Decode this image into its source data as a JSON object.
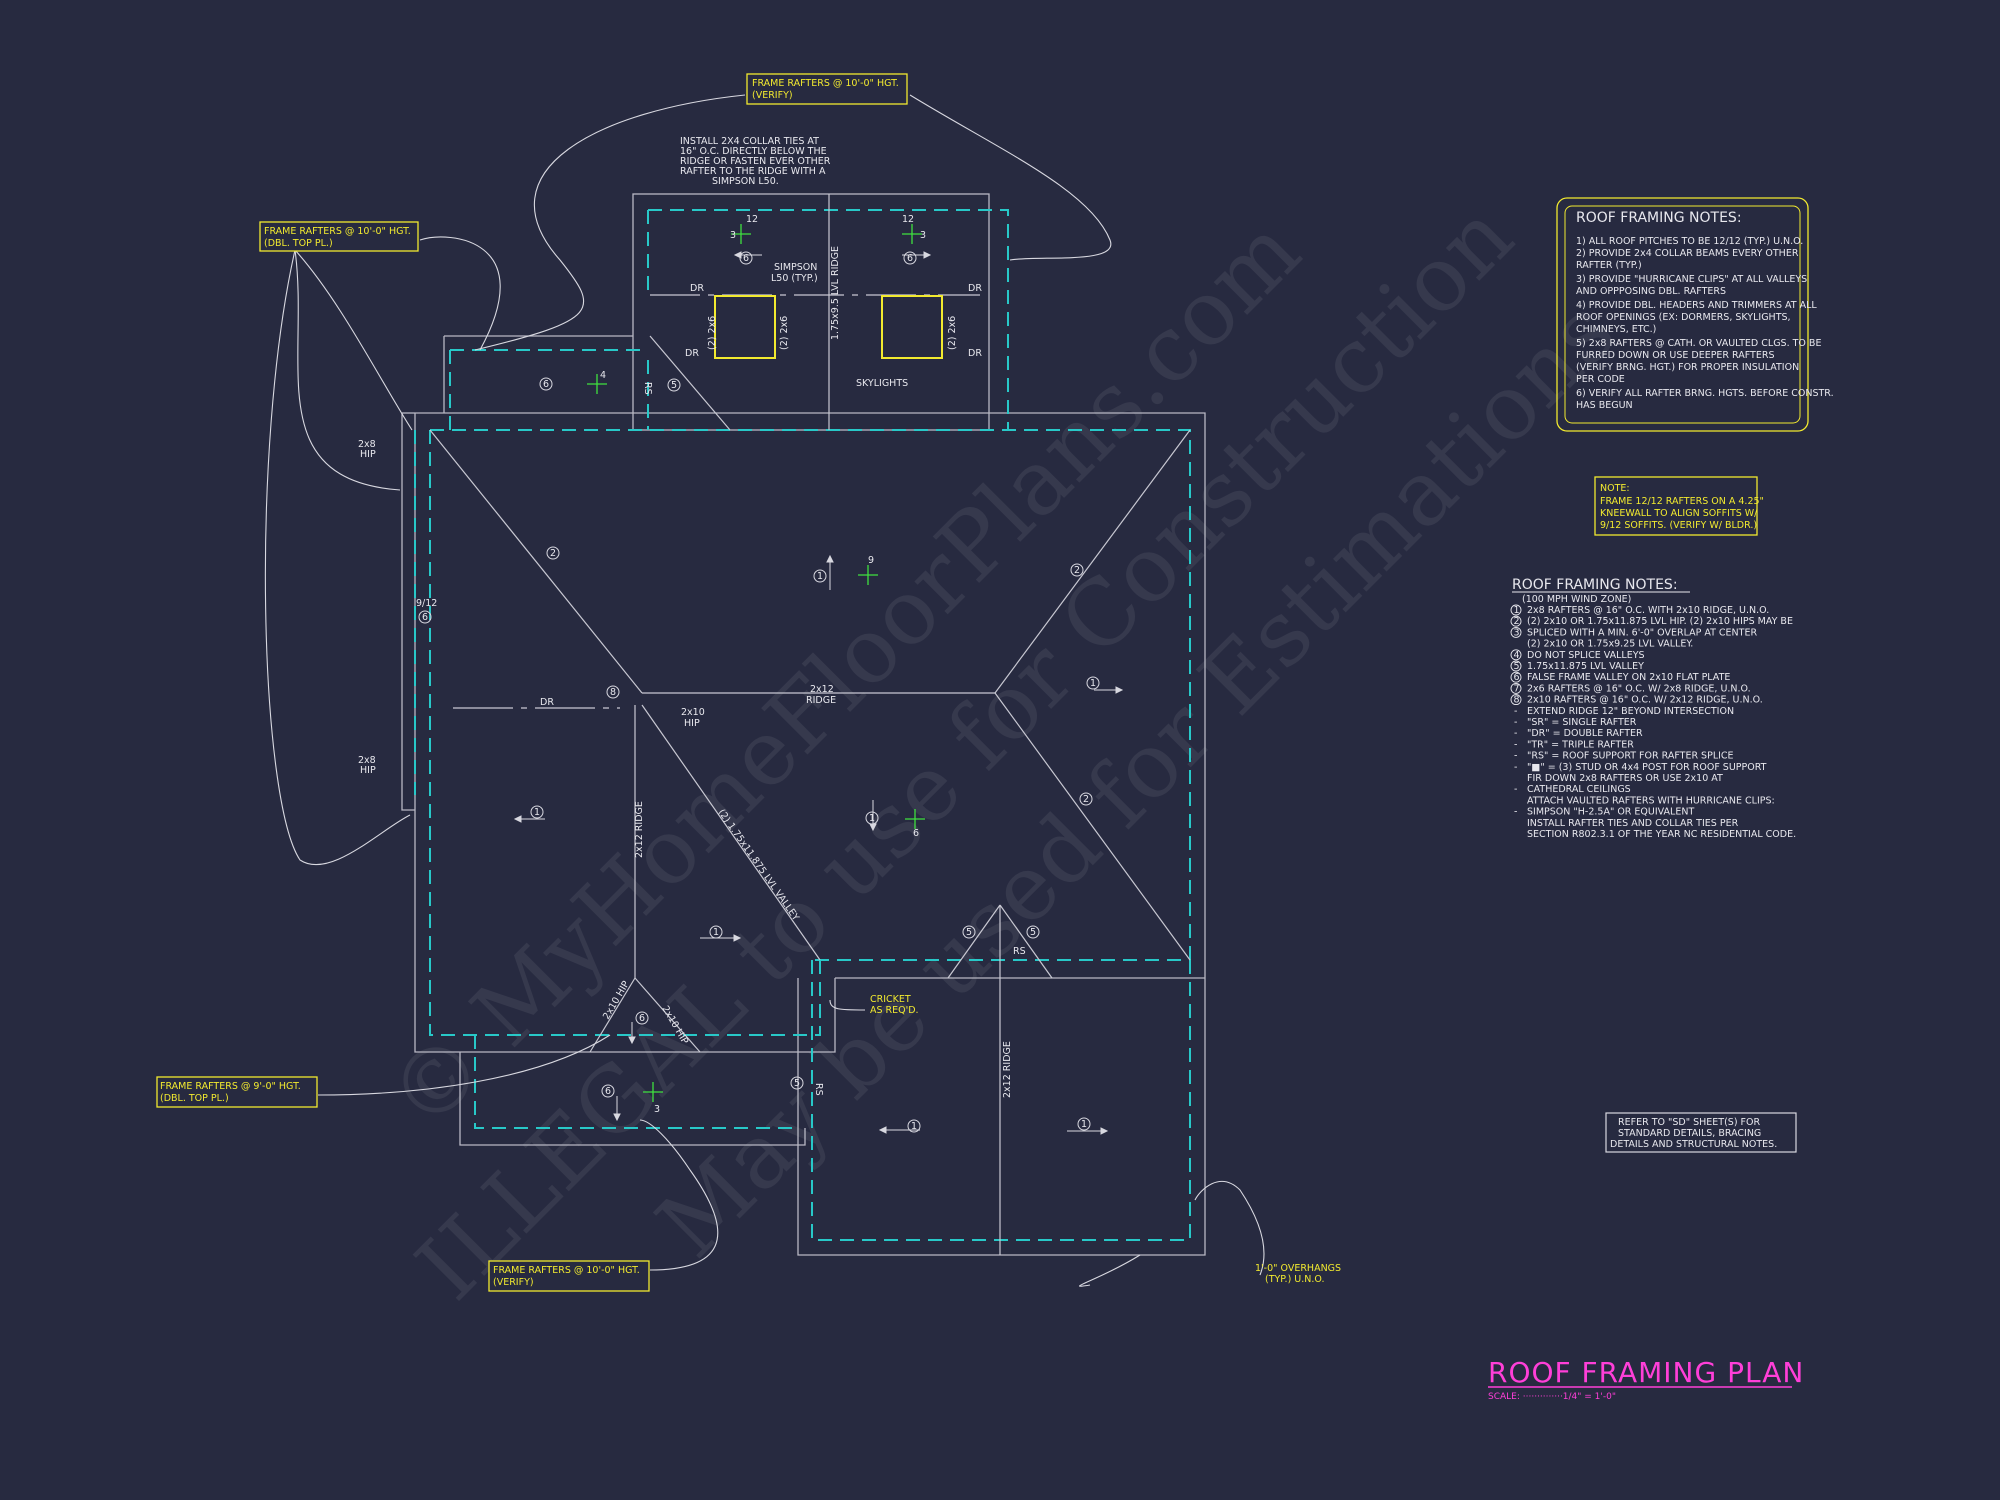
{
  "drawing": {
    "title": "ROOF FRAMING PLAN",
    "scale": "SCALE: ··············1/4\" = 1'-0\""
  },
  "colors": {
    "background": "#272a40",
    "wall_line": "#b8b8c4",
    "overhang_dash": "#28c8c8",
    "callout_yellow": "#f2ea2f",
    "title_magenta": "#ff3fd8",
    "pitch_green": "#3fe03f"
  },
  "watermark": {
    "line1": "© MyHomeFloorPlans.com",
    "line2": "ILLEGAL to use for Construction",
    "line3": "May be used for Estimations"
  },
  "callouts": {
    "top": [
      "FRAME RAFTERS @ 10'-0\" HGT.",
      "(VERIFY)"
    ],
    "left_upper": [
      "FRAME RAFTERS @ 10'-0\" HGT.",
      "(DBL. TOP PL.)"
    ],
    "left_lower": [
      "FRAME RAFTERS @ 9'-0\" HGT.",
      "(DBL. TOP PL.)"
    ],
    "bottom": [
      "FRAME RAFTERS @ 10'-0\" HGT.",
      "(VERIFY)"
    ],
    "cricket": [
      "CRICKET",
      "AS REQ'D."
    ],
    "overhangs": [
      "1'-0\" OVERHANGS",
      "(TYP.) U.N.O."
    ],
    "collar_ties": [
      "INSTALL 2X4 COLLAR TIES AT",
      "16\" O.C. DIRECTLY BELOW THE",
      "RIDGE OR FASTEN EVER OTHER",
      "RAFTER TO THE RIDGE WITH A",
      "SIMPSON L50."
    ],
    "simpson": [
      "SIMPSON",
      "L50 (TYP.)"
    ],
    "skylights": "SKYLIGHTS"
  },
  "plan_labels": {
    "dr": "DR",
    "rs": "RS",
    "hip_2x8": [
      "2x8",
      "HIP"
    ],
    "hip_2x10": [
      "2x10",
      "HIP"
    ],
    "ridge_2x12": [
      "2x12",
      "RIDGE"
    ],
    "valley": "(2) 1.75x11.875 LVL VALLEY",
    "lvl_ridge": "1.75x9.5 LVL RIDGE",
    "double_2x6": "(2) 2x6",
    "pitch_912": "9/12",
    "hip_2x10_short": "2x10 HIP"
  },
  "notes_box": {
    "heading": "ROOF FRAMING NOTES:",
    "items": [
      "1) ALL ROOF PITCHES TO BE  12/12 (TYP.) U.N.O.",
      "2) PROVIDE 2x4 COLLAR BEAMS EVERY OTHER",
      "    RAFTER (TYP.)",
      "3) PROVIDE \"HURRICANE CLIPS\" AT ALL VALLEYS",
      "    AND OPPPOSING DBL. RAFTERS",
      "4) PROVIDE DBL. HEADERS AND TRIMMERS AT ALL",
      "    ROOF OPENINGS (EX: DORMERS, SKYLIGHTS,",
      "    CHIMNEYS, ETC.)",
      "5) 2x8 RAFTERS @ CATH. OR VAULTED CLGS. TO BE",
      "    FURRED DOWN OR USE DEEPER RAFTERS",
      "    (VERIFY BRNG. HGT.) FOR PROPER INSULATION",
      "    PER CODE",
      "6) VERIFY ALL RAFTER BRNG. HGTS. BEFORE CONSTR.",
      "    HAS BEGUN"
    ]
  },
  "note_yellow": [
    "NOTE:",
    "FRAME 12/12 RAFTERS ON A 4.25\"",
    "KNEEWALL TO ALIGN SOFFITS W/",
    "9/12 SOFFITS. (VERIFY W/ BLDR.)"
  ],
  "legend": {
    "heading": "ROOF FRAMING NOTES:",
    "sub": "(100 MPH WIND ZONE)",
    "lines": [
      "2x8 RAFTERS @ 16\" O.C. WITH 2x10 RIDGE, U.N.O.",
      "(2) 2x10 OR 1.75x11.875 LVL HIP. (2) 2x10 HIPS MAY BE",
      "SPLICED WITH A MIN. 6'-0\" OVERLAP AT CENTER",
      "(2) 2x10 OR 1.75x9.25 LVL VALLEY.",
      "DO NOT SPLICE VALLEYS",
      "1.75x11.875 LVL VALLEY",
      "FALSE FRAME VALLEY ON 2x10 FLAT PLATE",
      "2x6 RAFTERS @ 16\" O.C. W/ 2x8 RIDGE, U.N.O.",
      "2x10 RAFTERS @ 16\" O.C. W/ 2x12 RIDGE, U.N.O.",
      "EXTEND RIDGE 12\" BEYOND INTERSECTION",
      "\"SR\" = SINGLE RAFTER",
      "\"DR\" = DOUBLE RAFTER",
      "\"TR\" = TRIPLE RAFTER",
      "\"RS\" = ROOF SUPPORT FOR RAFTER SPLICE",
      "\"■\"  = (3) STUD OR 4x4 POST FOR ROOF SUPPORT",
      "FIR DOWN 2x8 RAFTERS OR USE 2x10 AT",
      "CATHEDRAL CEILINGS",
      "ATTACH VAULTED RAFTERS WITH HURRICANE CLIPS:",
      "SIMPSON \"H-2.5A\" OR EQUIVALENT",
      "INSTALL RAFTER TIES AND COLLAR TIES PER",
      "SECTION R802.3.1 OF THE YEAR NC RESIDENTIAL CODE."
    ],
    "markers": [
      "1",
      "2",
      "3",
      "",
      "4",
      "5",
      "6",
      "7",
      "8",
      "-",
      "-",
      "-",
      "-",
      "-",
      "-",
      "",
      "-",
      "",
      "-",
      ""
    ]
  },
  "refer_box": [
    "REFER TO \"SD\" SHEET(S) FOR",
    "STANDARD DETAILS, BRACING",
    "DETAILS AND STRUCTURAL NOTES."
  ],
  "pitch_values": [
    "12",
    "3",
    "4",
    "6",
    "9"
  ],
  "rafter_circle_tags": [
    "1",
    "2",
    "5",
    "6",
    "8"
  ]
}
